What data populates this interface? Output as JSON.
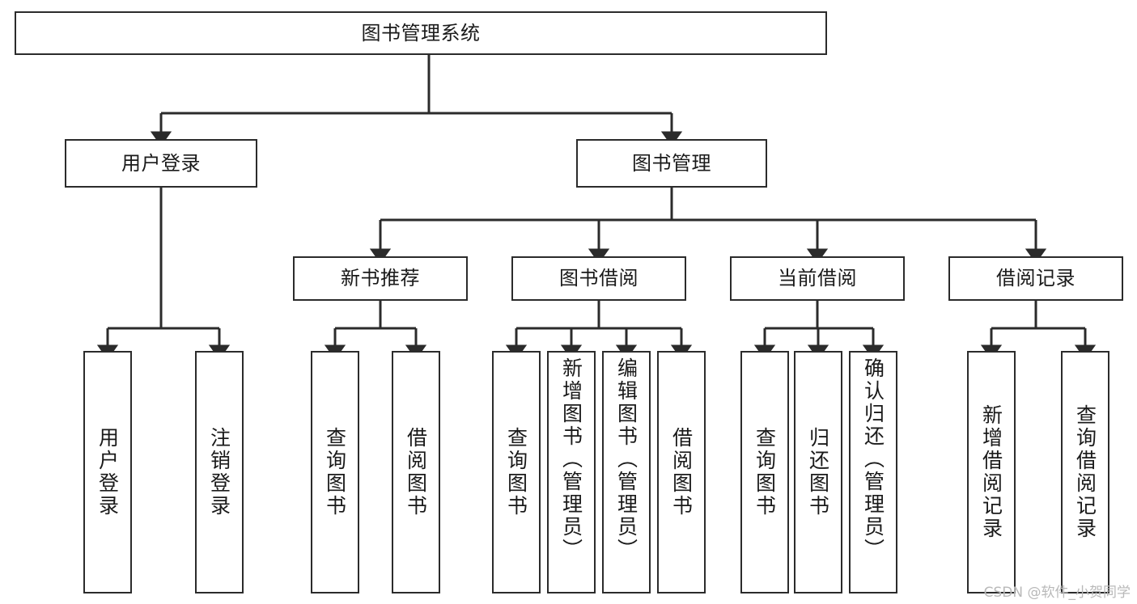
{
  "diagram": {
    "type": "tree-hierarchy",
    "title": "图书管理系统",
    "orientation": "top-down",
    "colors": {
      "stroke": "#2b2b2b",
      "fill": "#ffffff",
      "text": "#1a1a1a",
      "watermark": "#b9b9b9"
    },
    "root": {
      "label": "图书管理系统"
    },
    "level1": [
      {
        "label": "用户登录"
      },
      {
        "label": "图书管理"
      }
    ],
    "level2": [
      {
        "label": "新书推荐"
      },
      {
        "label": "图书借阅"
      },
      {
        "label": "当前借阅"
      },
      {
        "label": "借阅记录"
      }
    ],
    "leaves": {
      "user_login": [
        {
          "label": "用户登录"
        },
        {
          "label": "注销登录"
        }
      ],
      "new_book_recommend": [
        {
          "label": "查询图书"
        },
        {
          "label": "借阅图书"
        }
      ],
      "book_borrow": [
        {
          "label": "查询图书"
        },
        {
          "label": "新增图书（管理员）"
        },
        {
          "label": "编辑图书（管理员）"
        },
        {
          "label": "借阅图书"
        }
      ],
      "current_borrow": [
        {
          "label": "查询图书"
        },
        {
          "label": "归还图书"
        },
        {
          "label": "确认归还（管理员）"
        }
      ],
      "borrow_records": [
        {
          "label": "新增借阅记录"
        },
        {
          "label": "查询借阅记录"
        }
      ]
    }
  },
  "watermark": {
    "text": "CSDN @软件_小贺同学"
  }
}
